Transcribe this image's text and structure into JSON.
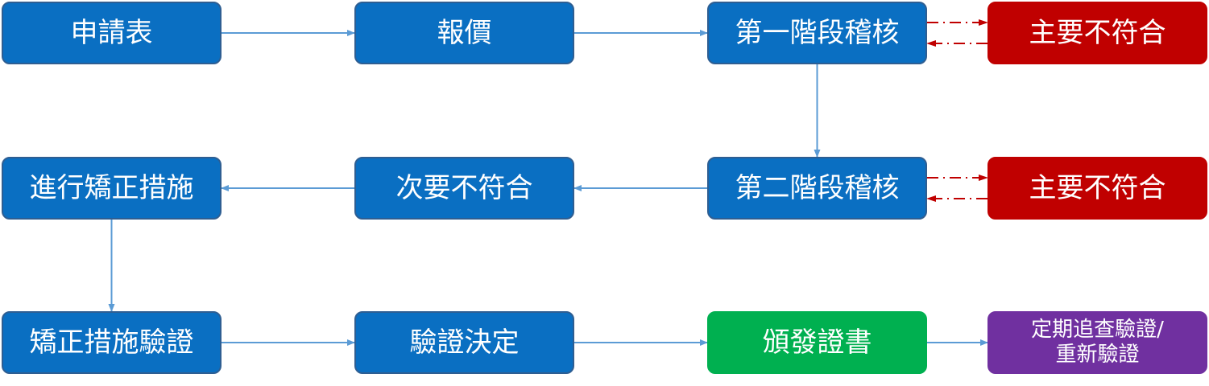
{
  "colors": {
    "process": "#0a6fc2",
    "major_nonconformity": "#c00000",
    "certificate": "#00b050",
    "surveillance": "#7030a0",
    "arrow_blue": "#5b9bd5",
    "arrow_red": "#c00000"
  },
  "nodes": [
    {
      "id": "application",
      "label": "申請表",
      "style": "process"
    },
    {
      "id": "quotation",
      "label": "報價",
      "style": "process"
    },
    {
      "id": "stage1-audit",
      "label": "第一階段稽核",
      "style": "process"
    },
    {
      "id": "major-nc-1",
      "label": "主要不符合",
      "style": "major_nonconformity"
    },
    {
      "id": "corrective-action",
      "label": "進行矯正措施",
      "style": "process"
    },
    {
      "id": "minor-nc",
      "label": "次要不符合",
      "style": "process"
    },
    {
      "id": "stage2-audit",
      "label": "第二階段稽核",
      "style": "process"
    },
    {
      "id": "major-nc-2",
      "label": "主要不符合",
      "style": "major_nonconformity"
    },
    {
      "id": "ca-verification",
      "label": "矯正措施驗證",
      "style": "process"
    },
    {
      "id": "verification-decision",
      "label": "驗證決定",
      "style": "process"
    },
    {
      "id": "issue-certificate",
      "label": "頒發證書",
      "style": "certificate"
    },
    {
      "id": "surveillance",
      "label": "定期追查驗證/\n重新驗證",
      "style": "surveillance"
    }
  ],
  "edges": [
    {
      "from": "application",
      "to": "quotation",
      "style": "solid"
    },
    {
      "from": "quotation",
      "to": "stage1-audit",
      "style": "solid"
    },
    {
      "from": "stage1-audit",
      "to": "major-nc-1",
      "style": "dashdot"
    },
    {
      "from": "major-nc-1",
      "to": "stage1-audit",
      "style": "dashdot"
    },
    {
      "from": "stage1-audit",
      "to": "stage2-audit",
      "style": "solid"
    },
    {
      "from": "stage2-audit",
      "to": "major-nc-2",
      "style": "dashdot"
    },
    {
      "from": "major-nc-2",
      "to": "stage2-audit",
      "style": "dashdot"
    },
    {
      "from": "stage2-audit",
      "to": "minor-nc",
      "style": "solid"
    },
    {
      "from": "minor-nc",
      "to": "corrective-action",
      "style": "solid"
    },
    {
      "from": "corrective-action",
      "to": "ca-verification",
      "style": "solid"
    },
    {
      "from": "ca-verification",
      "to": "verification-decision",
      "style": "solid"
    },
    {
      "from": "verification-decision",
      "to": "issue-certificate",
      "style": "solid"
    },
    {
      "from": "issue-certificate",
      "to": "surveillance",
      "style": "solid"
    }
  ]
}
